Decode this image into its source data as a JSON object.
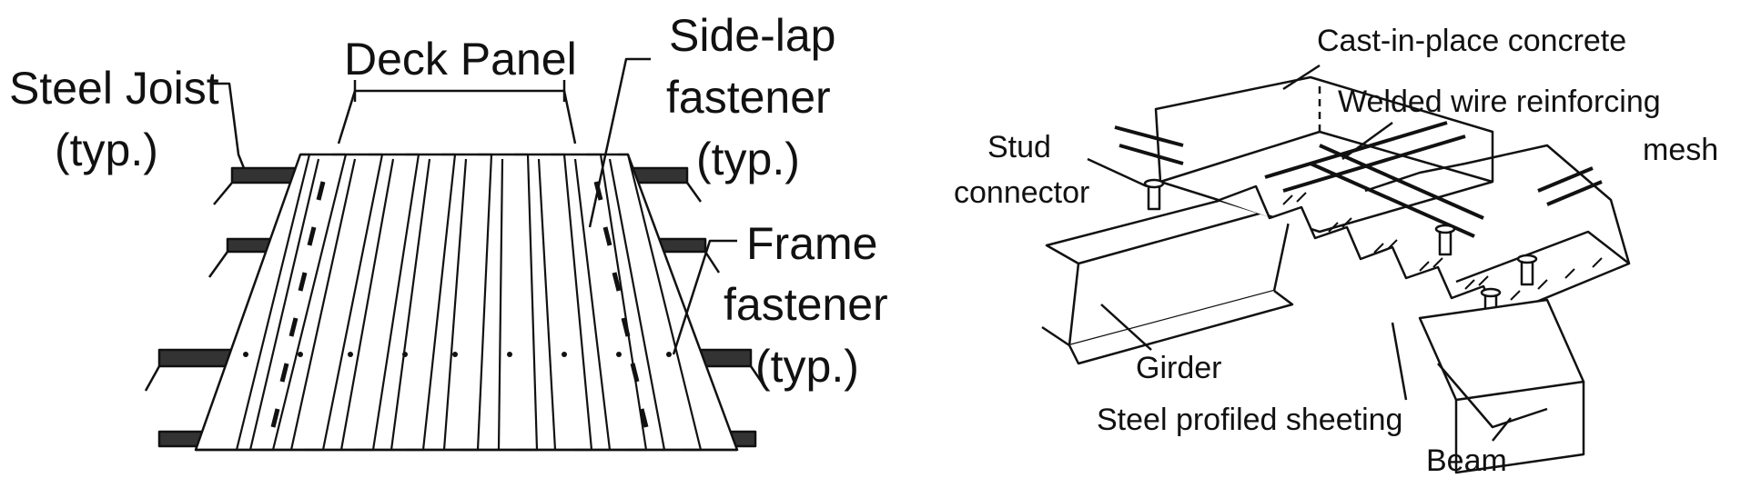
{
  "left_figure": {
    "labels": {
      "steel_joist": "Steel Joist",
      "steel_joist_typ": "(typ.)",
      "deck_panel": "Deck Panel",
      "side_lap_1": "Side-lap",
      "side_lap_2": "fastener",
      "side_lap_typ": "(typ.)",
      "frame_1": "Frame",
      "frame_2": "fastener",
      "frame_typ": "(typ.)"
    }
  },
  "right_figure": {
    "labels": {
      "concrete": "Cast-in-place concrete",
      "mesh_1": "Welded wire reinforcing",
      "mesh_2": "mesh",
      "stud_1": "Stud",
      "stud_2": "connector",
      "girder": "Girder",
      "sheeting": "Steel profiled sheeting",
      "beam": "Beam"
    }
  }
}
